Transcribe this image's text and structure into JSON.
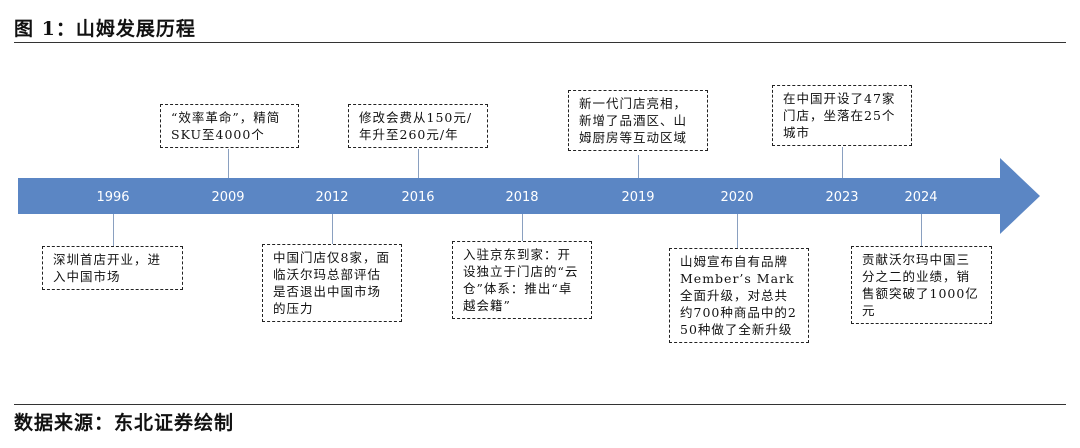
{
  "figure_title": "图 1：山姆发展历程",
  "source_note": "数据来源：东北证券绘制",
  "colors": {
    "arrow_fill": "#5b86c4",
    "year_text": "#ffffff",
    "box_border": "#222222",
    "rule": "#333333"
  },
  "years": [
    "1996",
    "2009",
    "2012",
    "2016",
    "2018",
    "2019",
    "2020",
    "2023",
    "2024"
  ],
  "events": [
    {
      "year": "1996",
      "text": "深圳首店开业，进入中国市场"
    },
    {
      "year": "2009",
      "text": "“效率革命”，精简SKU至4000个"
    },
    {
      "year": "2012",
      "text": "中国门店仅8家，面临沃尔玛总部评估是否退出中国市场的压力"
    },
    {
      "year": "2016",
      "text": "修改会费从150元/年升至260元/年"
    },
    {
      "year": "2018",
      "text": "入驻京东到家：开设独立于门店的“云仓”体系：推出“卓越会籍”"
    },
    {
      "year": "2019",
      "text": "新一代门店亮相，新增了品酒区、山姆厨房等互动区域"
    },
    {
      "year": "2020",
      "text": "山姆宣布自有品牌Member’s Mark全面升级，对总共约700种商品中的250种做了全新升级"
    },
    {
      "year": "2023",
      "text": "在中国开设了47家门店，坐落在25个城市"
    },
    {
      "year": "2024",
      "text": "贡献沃尔玛中国三分之二的业绩，销售额突破了1000亿元"
    }
  ]
}
